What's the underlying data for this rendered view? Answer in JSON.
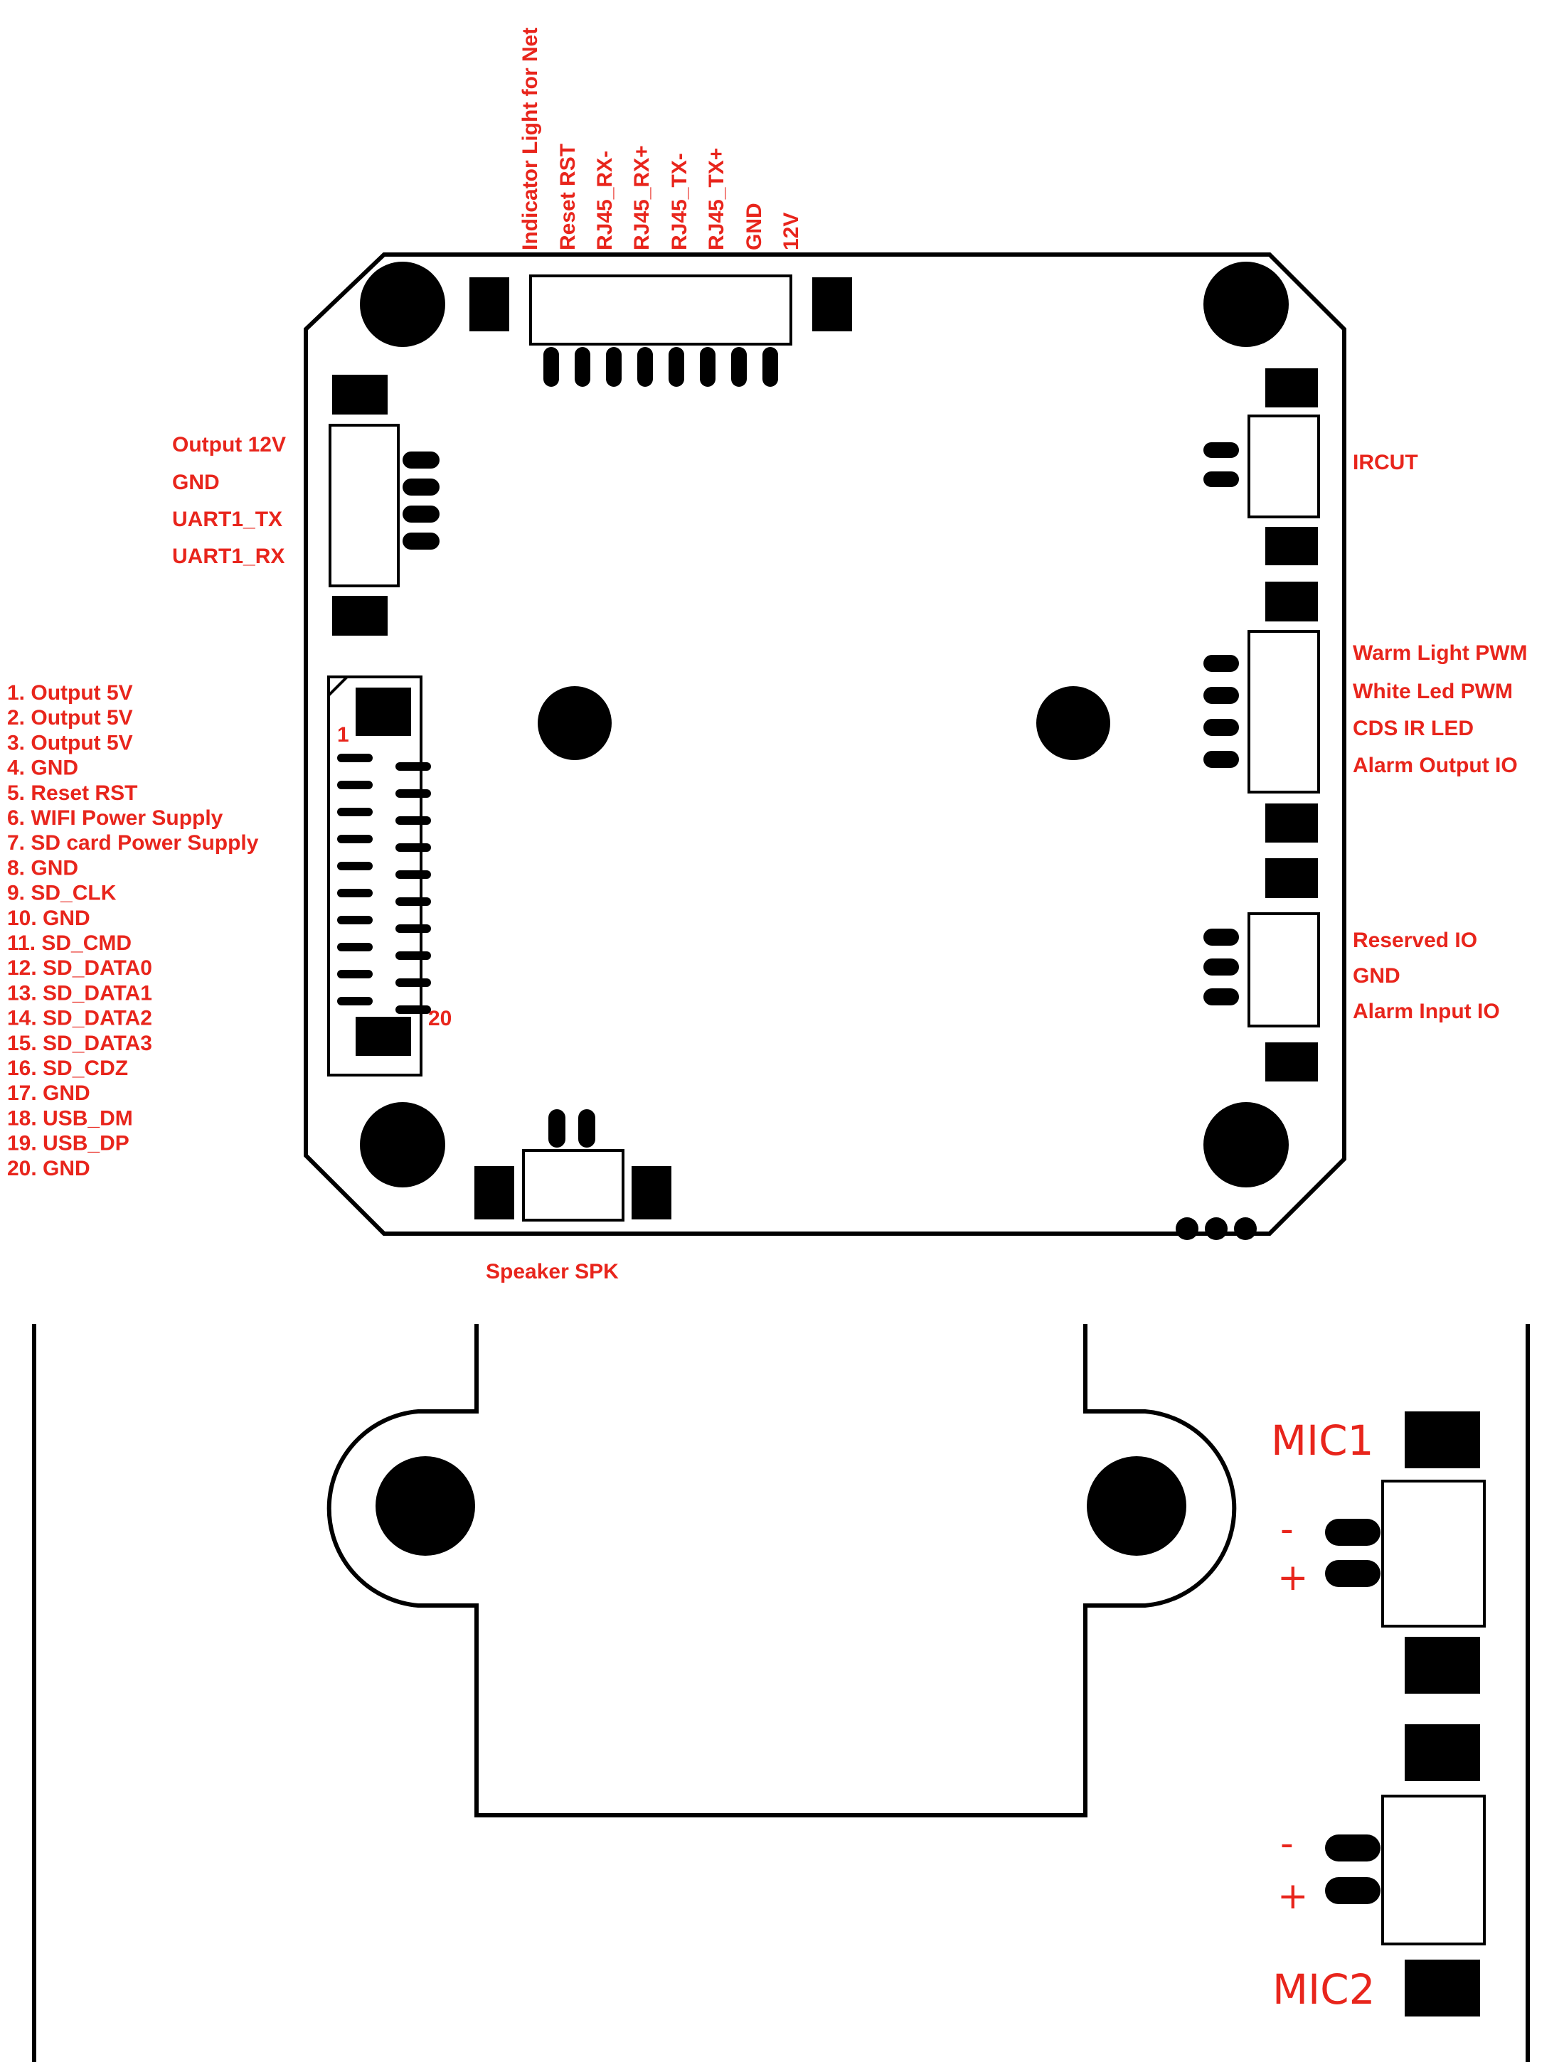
{
  "top_header_labels": [
    "Indicator Light for Net",
    "Reset RST",
    "RJ45_RX-",
    "RJ45_RX+",
    "RJ45_TX-",
    "RJ45_TX+",
    "GND",
    "12V"
  ],
  "left_uart_labels": [
    "Output 12V",
    "GND",
    "UART1_TX",
    "UART1_RX"
  ],
  "pin_list": [
    "1. Output 5V",
    "2. Output 5V",
    "3. Output 5V",
    "4. GND",
    "5. Reset RST",
    "6. WIFI Power Supply",
    "7. SD card Power Supply",
    "8. GND",
    "9. SD_CLK",
    "10. GND",
    "11. SD_CMD",
    "12. SD_DATA0",
    "13. SD_DATA1",
    "14. SD_DATA2",
    "15. SD_DATA3",
    "16. SD_CDZ",
    "17. GND",
    "18. USB_DM",
    "19. USB_DP",
    "20. GND"
  ],
  "connector_marks": {
    "first": "1",
    "last": "20"
  },
  "right_labels": {
    "ircut": "IRCUT",
    "pwm_group": [
      "Warm Light PWM",
      "White Led PWM",
      "CDS IR LED",
      "Alarm Output IO"
    ],
    "io_group": [
      "Reserved IO",
      "GND",
      "Alarm Input IO"
    ]
  },
  "speaker_label": "Speaker SPK",
  "mic": {
    "mic1_label": "MIC1",
    "mic2_label": "MIC2",
    "minus": "-",
    "plus": "+"
  },
  "colors": {
    "label": "#e8251c",
    "ink": "#000000",
    "board": "#ffffff"
  }
}
